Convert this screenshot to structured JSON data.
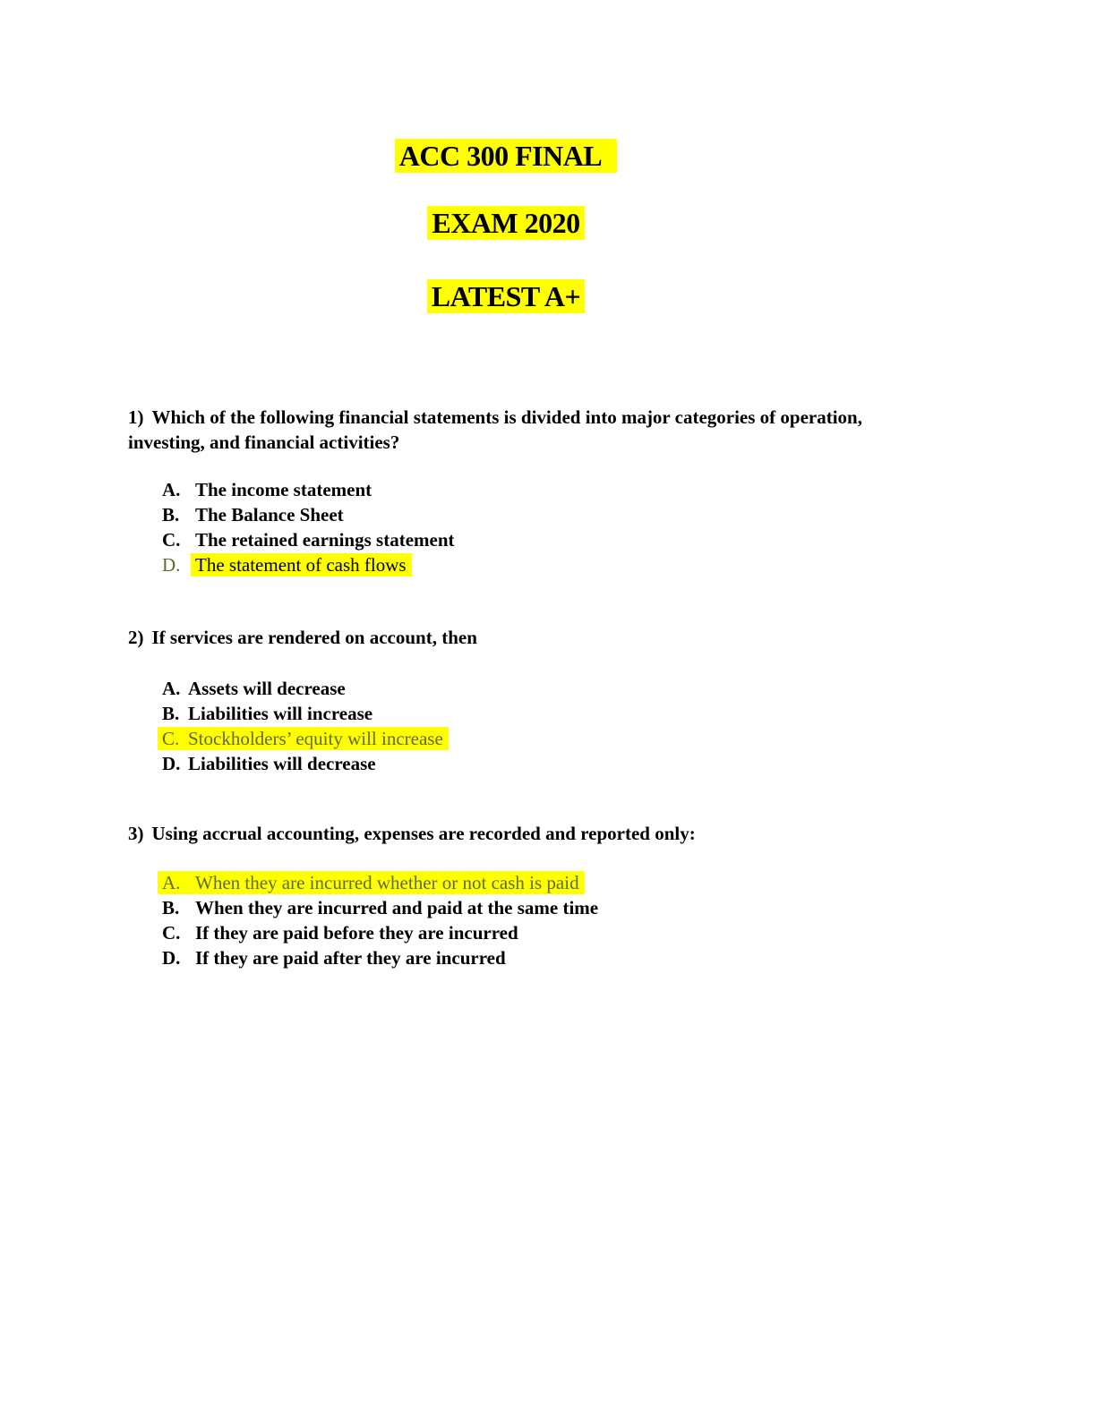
{
  "document": {
    "titles": [
      "ACC 300 FINAL",
      "EXAM 2020",
      "LATEST A+"
    ],
    "questions": [
      {
        "number": "1)",
        "text": "Which of the following financial statements is divided into major categories of operation,\ninvesting, and financial activities?",
        "options": [
          {
            "letter": "A.",
            "text": "The income statement",
            "highlighted": false
          },
          {
            "letter": "B.",
            "text": "The Balance Sheet",
            "highlighted": false
          },
          {
            "letter": "C.",
            "text": "The retained earnings statement",
            "highlighted": false
          },
          {
            "letter": "D.",
            "text": "The statement of cash flows",
            "highlighted": true
          }
        ]
      },
      {
        "number": "2)",
        "text": "If services are rendered on account, then",
        "options": [
          {
            "letter": "A.",
            "text": "Assets will decrease",
            "highlighted": false
          },
          {
            "letter": "B.",
            "text": "Liabilities will increase",
            "highlighted": false
          },
          {
            "letter": "C.",
            "text": "Stockholders’ equity will increase",
            "highlighted": true
          },
          {
            "letter": "D.",
            "text": "Liabilities will decrease",
            "highlighted": false
          }
        ]
      },
      {
        "number": "3)",
        "text": "Using accrual accounting, expenses are recorded and reported only:",
        "options": [
          {
            "letter": "A.",
            "text": "When they are incurred whether or not cash is paid",
            "highlighted": true
          },
          {
            "letter": "B.",
            "text": "When they are incurred and paid at the same time",
            "highlighted": false
          },
          {
            "letter": "C.",
            "text": "If they are paid before they are incurred",
            "highlighted": false
          },
          {
            "letter": "D.",
            "text": "If they are paid after they are incurred",
            "highlighted": false
          }
        ]
      }
    ],
    "colors": {
      "highlight": "#ffff00",
      "answer_text": "#5e6b2d",
      "body_text": "#000000",
      "background": "#ffffff"
    }
  }
}
